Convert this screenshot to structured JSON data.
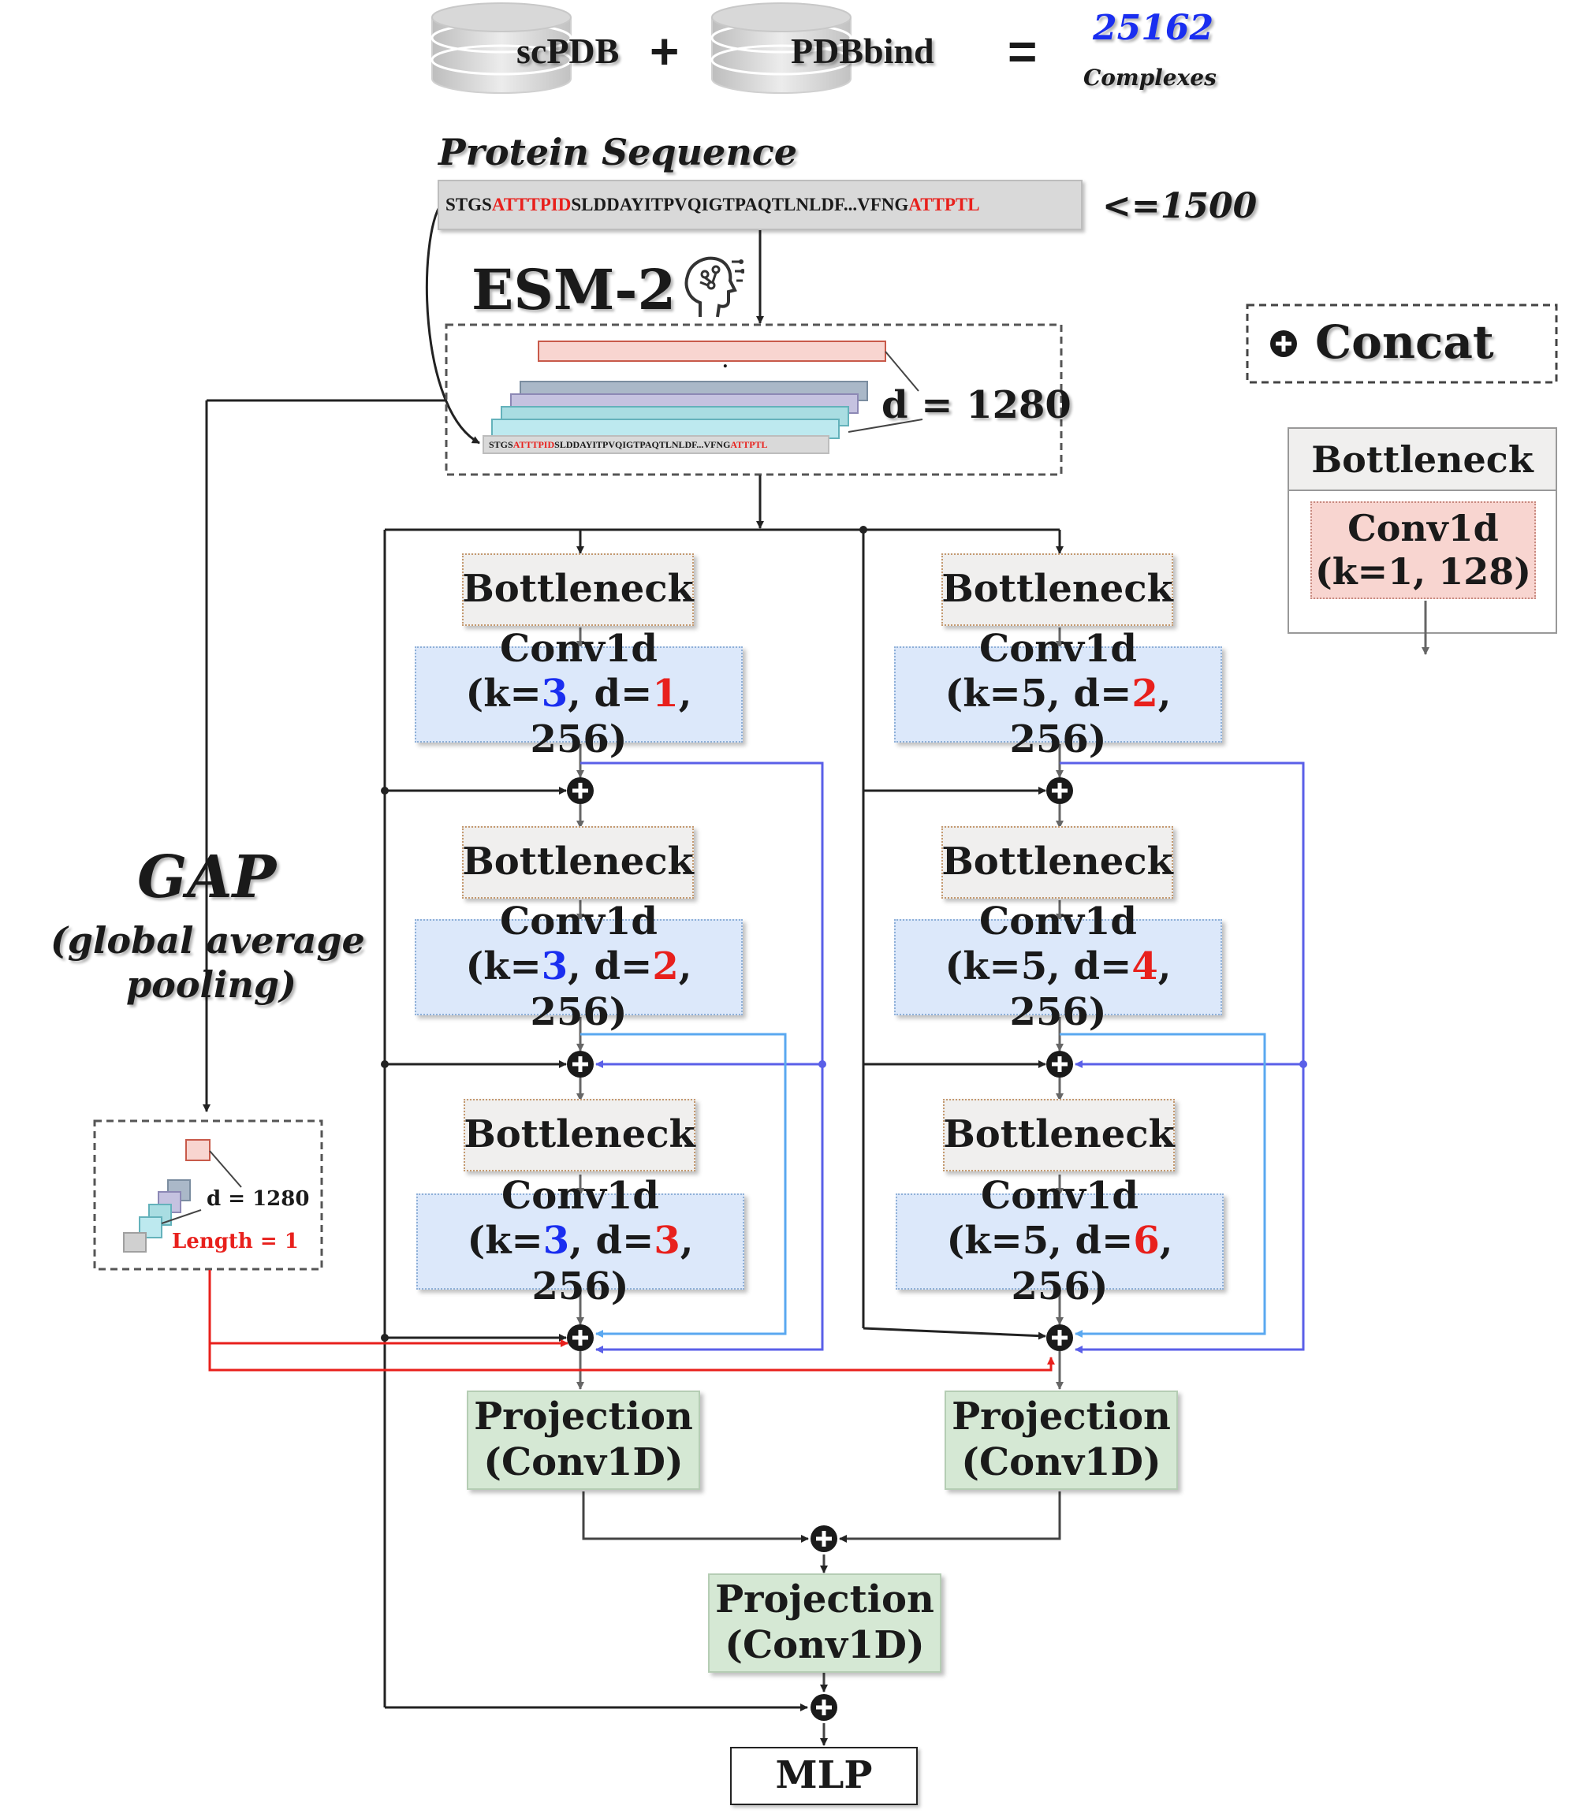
{
  "header": {
    "db1": "scPDB",
    "plus": "+",
    "db2": "PDBbind",
    "equals": "=",
    "count": "25162",
    "count_label": "Complexes"
  },
  "sequence": {
    "title": "Protein Sequence",
    "seg1": "STGS",
    "seg2": "ATTTPID",
    "seg3": "SLDDAYITPVQIGTPAQTLNLDF...VFNG",
    "seg4": "ATTPTL",
    "length_limit": "<=1500"
  },
  "esm": {
    "title": "ESM-2",
    "dim_label": "d = 1280",
    "dots": "."
  },
  "legend": {
    "concat_symbol": "⊕",
    "concat_label": "Concat",
    "bottleneck_title": "Bottleneck",
    "bottleneck_conv_line1": "Conv1d",
    "bottleneck_conv_line2": "(k=1, 128)"
  },
  "gap": {
    "title": "GAP",
    "subtitle_line1": "(global average",
    "subtitle_line2": "pooling)",
    "dim_label": "d = 1280",
    "length_label": "Length = 1"
  },
  "branches": {
    "left": {
      "blocks": [
        {
          "bottleneck": "Bottleneck",
          "conv": "Conv1d",
          "open": "(k=",
          "k": "3",
          "mid": ", d=",
          "d": "1",
          "close": ", 256)"
        },
        {
          "bottleneck": "Bottleneck",
          "conv": "Conv1d",
          "open": "(k=",
          "k": "3",
          "mid": ", d=",
          "d": "2",
          "close": ", 256)"
        },
        {
          "bottleneck": "Bottleneck",
          "conv": "Conv1d",
          "open": "(k=",
          "k": "3",
          "mid": ", d=",
          "d": "3",
          "close": ", 256)"
        }
      ],
      "projection_line1": "Projection",
      "projection_line2": "(Conv1D)"
    },
    "right": {
      "blocks": [
        {
          "bottleneck": "Bottleneck",
          "conv": "Conv1d",
          "text1": "(k=5, d=",
          "d": "2",
          "close": ", 256)"
        },
        {
          "bottleneck": "Bottleneck",
          "conv": "Conv1d",
          "text1": "(k=5, d=",
          "d": "4",
          "close": ", 256)"
        },
        {
          "bottleneck": "Bottleneck",
          "conv": "Conv1d",
          "text1": "(k=5, d=",
          "d": "6",
          "close": ", 256)"
        }
      ],
      "projection_line1": "Projection",
      "projection_line2": "(Conv1D)"
    }
  },
  "merge": {
    "projection_line1": "Projection",
    "projection_line2": "(Conv1D)",
    "mlp": "MLP"
  },
  "colors": {
    "bottleneck_fill": "#f0efee",
    "conv_fill": "#dce8fa",
    "projection_fill": "#d5e8d4",
    "bottleneck_legend_conv_fill": "#f8d5d0",
    "skip_blue_dark": "#5a5fe8",
    "skip_blue_light": "#5aa8f0",
    "gap_red": "#e8201c",
    "kernel_blue": "#1a2ef0",
    "dilation_red": "#e8201c"
  }
}
